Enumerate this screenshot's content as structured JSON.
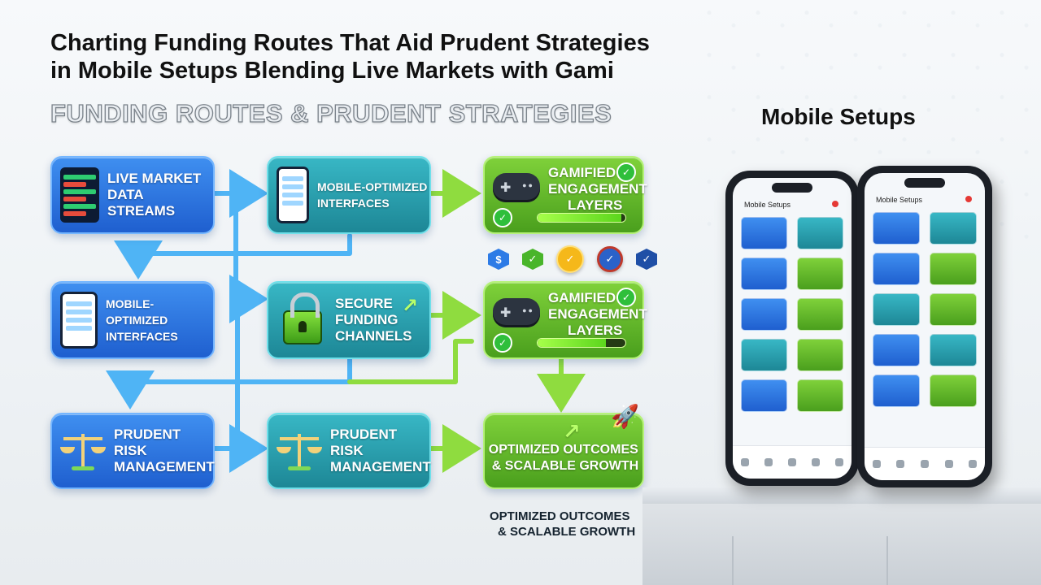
{
  "title_line1": "Charting Funding Routes That Aid Prudent Strategies",
  "title_line2": "in Mobile Setups Blending Live Markets with Gami",
  "subtitle": "FUNDING ROUTES & PRUDENT STRATEGIES",
  "mobile_heading": "Mobile Setups",
  "nodes": {
    "live_market": {
      "line1": "LIVE MARKET",
      "line2": "DATA STREAMS"
    },
    "mobile_interfaces_top": {
      "line1": "MOBILE-OPTIMIZED",
      "line2": "INTERFACES"
    },
    "gamified_top": {
      "line1": "GAMIFIED",
      "line2": "ENGAGEMENT",
      "line3": "LAYERS",
      "progress": 0.95
    },
    "mobile_interfaces_mid": {
      "line1": "MOBILE-OPTIMIZED",
      "line2": "INTERFACES"
    },
    "secure_funding": {
      "line1": "SECURE",
      "line2": "FUNDING",
      "line3": "CHANNELS"
    },
    "gamified_mid": {
      "line1": "GAMIFIED",
      "line2": "ENGAGEMENT",
      "line3": "LAYERS",
      "progress": 0.78
    },
    "risk_left": {
      "line1": "PRUDENT RISK",
      "line2": "MANAGEMENT"
    },
    "risk_mid": {
      "line1": "PRUDENT RISK",
      "line2": "MANAGEMENT"
    },
    "outcomes": {
      "line1": "OPTIMIZED OUTCOMES",
      "line2": "& SCALABLE GROWTH"
    }
  },
  "caption": {
    "line1": "OPTIMIZED OUTCOMES",
    "line2": "& SCALABLE GROWTH"
  },
  "phones": {
    "left": {
      "app_title": "Mobile Setups"
    },
    "right": {
      "app_title": "Mobile Setups"
    }
  },
  "colors": {
    "blue": "#1f5fcf",
    "teal": "#1d8796",
    "green": "#4a9f1d",
    "link_blue": "#4fb4f5",
    "link_green": "#8fdc3f"
  },
  "icons": {
    "live_market": "trading-screen-icon",
    "mobile": "smartphone-icon",
    "gamified": "gamepad-icon",
    "secure": "padlock-icon",
    "risk": "balance-scale-icon",
    "outcomes": "rocket-icon"
  }
}
